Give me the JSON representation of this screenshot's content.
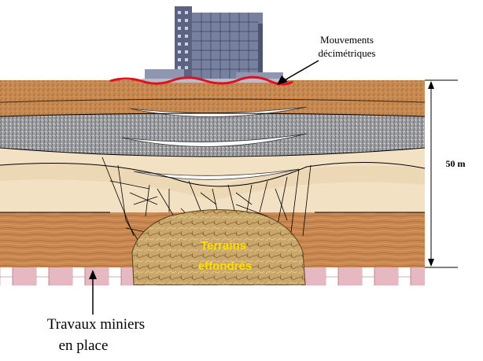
{
  "labels": {
    "movements": [
      "Mouvements",
      "décimétriques"
    ],
    "depth": "50 m",
    "collapsed": [
      "Terrains",
      "effondrés"
    ],
    "mine_works": [
      "Travaux miniers",
      "en place"
    ]
  },
  "colors": {
    "topsoil": "#c98a52",
    "sand_light": "#f2e1c3",
    "gravel": "#a9a9ab",
    "wood_layer": "#c7874e",
    "mine_pink": "#e6b8c2",
    "collapse_rock": "#c9a76a",
    "surface_warning": "#e01020",
    "collapse_text": "#ffe000",
    "building": "#6f7896"
  },
  "icons": {
    "building": "building-icon",
    "pointer_arrow": "arrow-icon",
    "dimension": "dimension-arrow-icon"
  }
}
